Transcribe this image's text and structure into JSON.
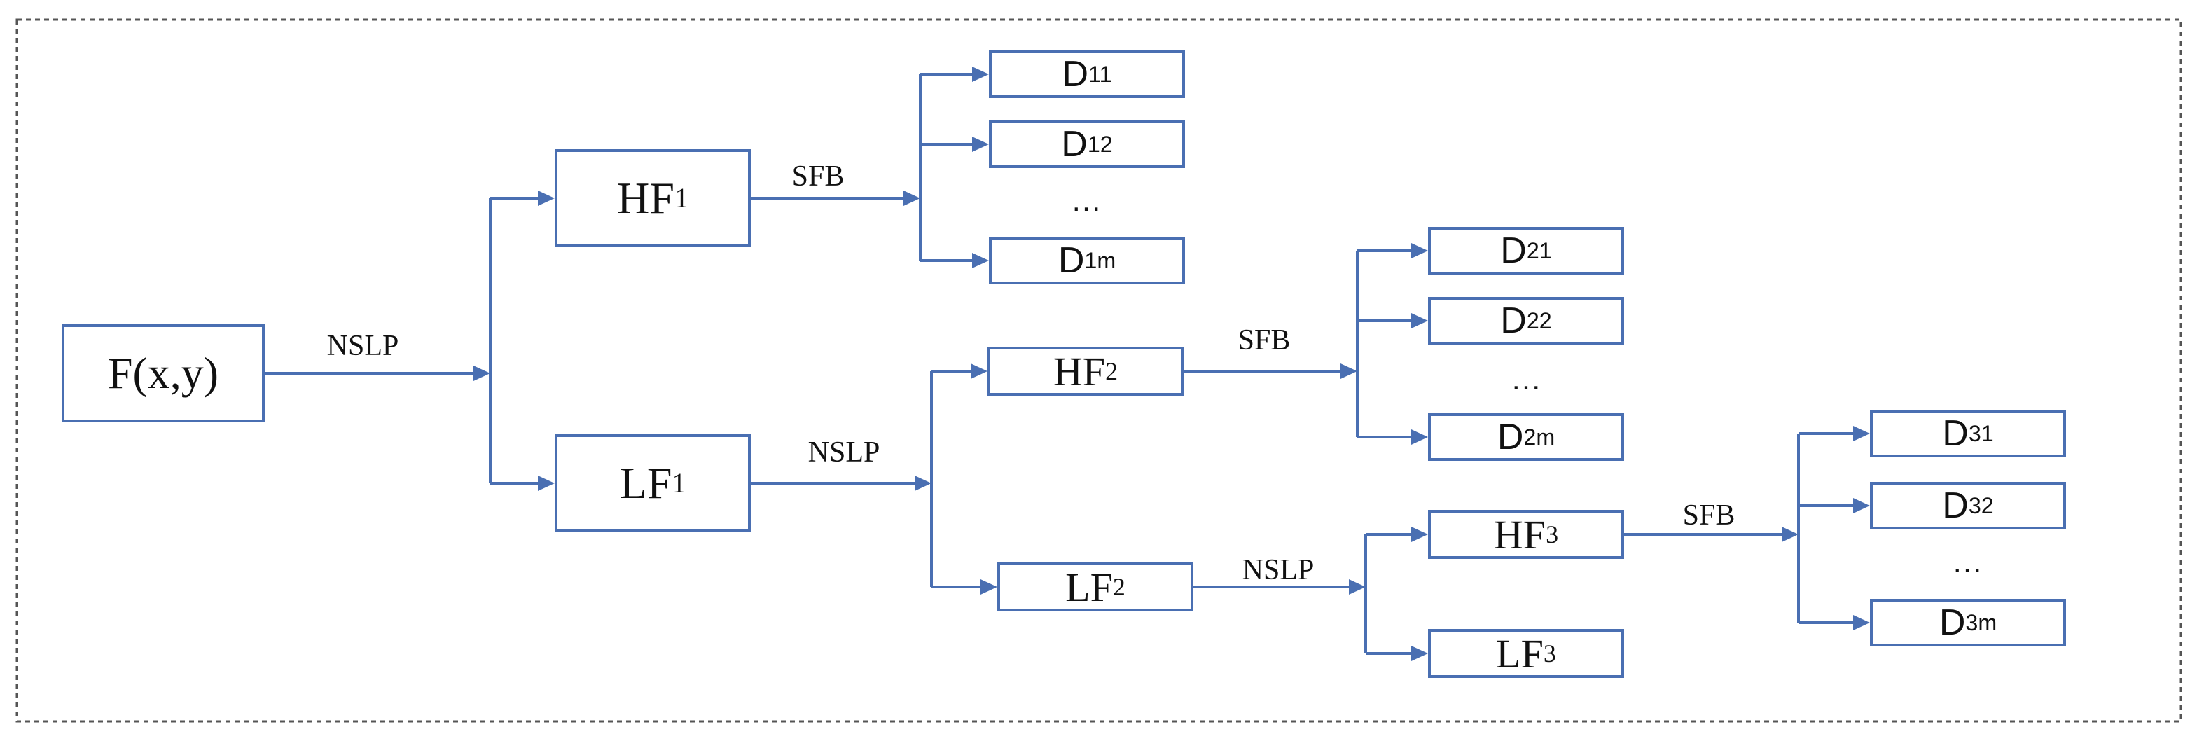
{
  "colors": {
    "connector": "#4a6fb2",
    "box_border": "#4a6fb2",
    "frame": "#555555",
    "text": "#111111"
  },
  "nodes": {
    "F": {
      "base": "F(x,y)",
      "sub": ""
    },
    "HF1": {
      "base": "HF",
      "sub": "1"
    },
    "LF1": {
      "base": "LF",
      "sub": "1"
    },
    "HF2": {
      "base": "HF",
      "sub": "2"
    },
    "LF2": {
      "base": "LF",
      "sub": "2"
    },
    "HF3": {
      "base": "HF",
      "sub": "3"
    },
    "LF3": {
      "base": "LF",
      "sub": "3"
    },
    "D11": {
      "base": "D",
      "sub": "11"
    },
    "D12": {
      "base": "D",
      "sub": "12"
    },
    "D1m": {
      "base": "D",
      "sub": "1m"
    },
    "D21": {
      "base": "D",
      "sub": "21"
    },
    "D22": {
      "base": "D",
      "sub": "22"
    },
    "D2m": {
      "base": "D",
      "sub": "2m"
    },
    "D31": {
      "base": "D",
      "sub": "31"
    },
    "D32": {
      "base": "D",
      "sub": "32"
    },
    "D3m": {
      "base": "D",
      "sub": "3m"
    }
  },
  "edge_labels": {
    "nslp1": "NSLP",
    "nslp2": "NSLP",
    "nslp3": "NSLP",
    "sfb1": "SFB",
    "sfb2": "SFB",
    "sfb3": "SFB"
  },
  "ellipsis": {
    "d1": "...",
    "d2": "...",
    "d3": "..."
  }
}
